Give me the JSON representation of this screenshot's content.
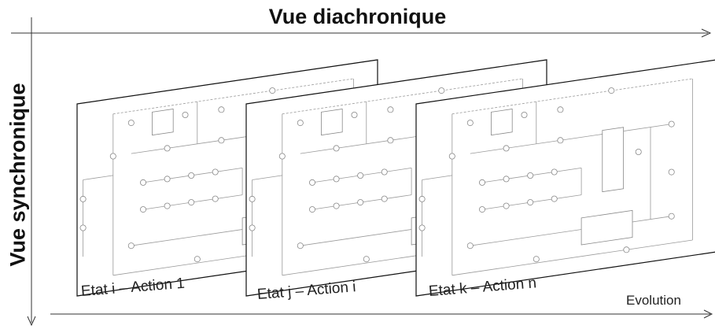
{
  "title_top": "Vue diachronique",
  "title_left": "Vue synchronique",
  "evolution_label": "Evolution",
  "frames": [
    {
      "label": "Etat i – Action 1"
    },
    {
      "label": "Etat j – Action i"
    },
    {
      "label": "Etat k – Action n"
    }
  ]
}
